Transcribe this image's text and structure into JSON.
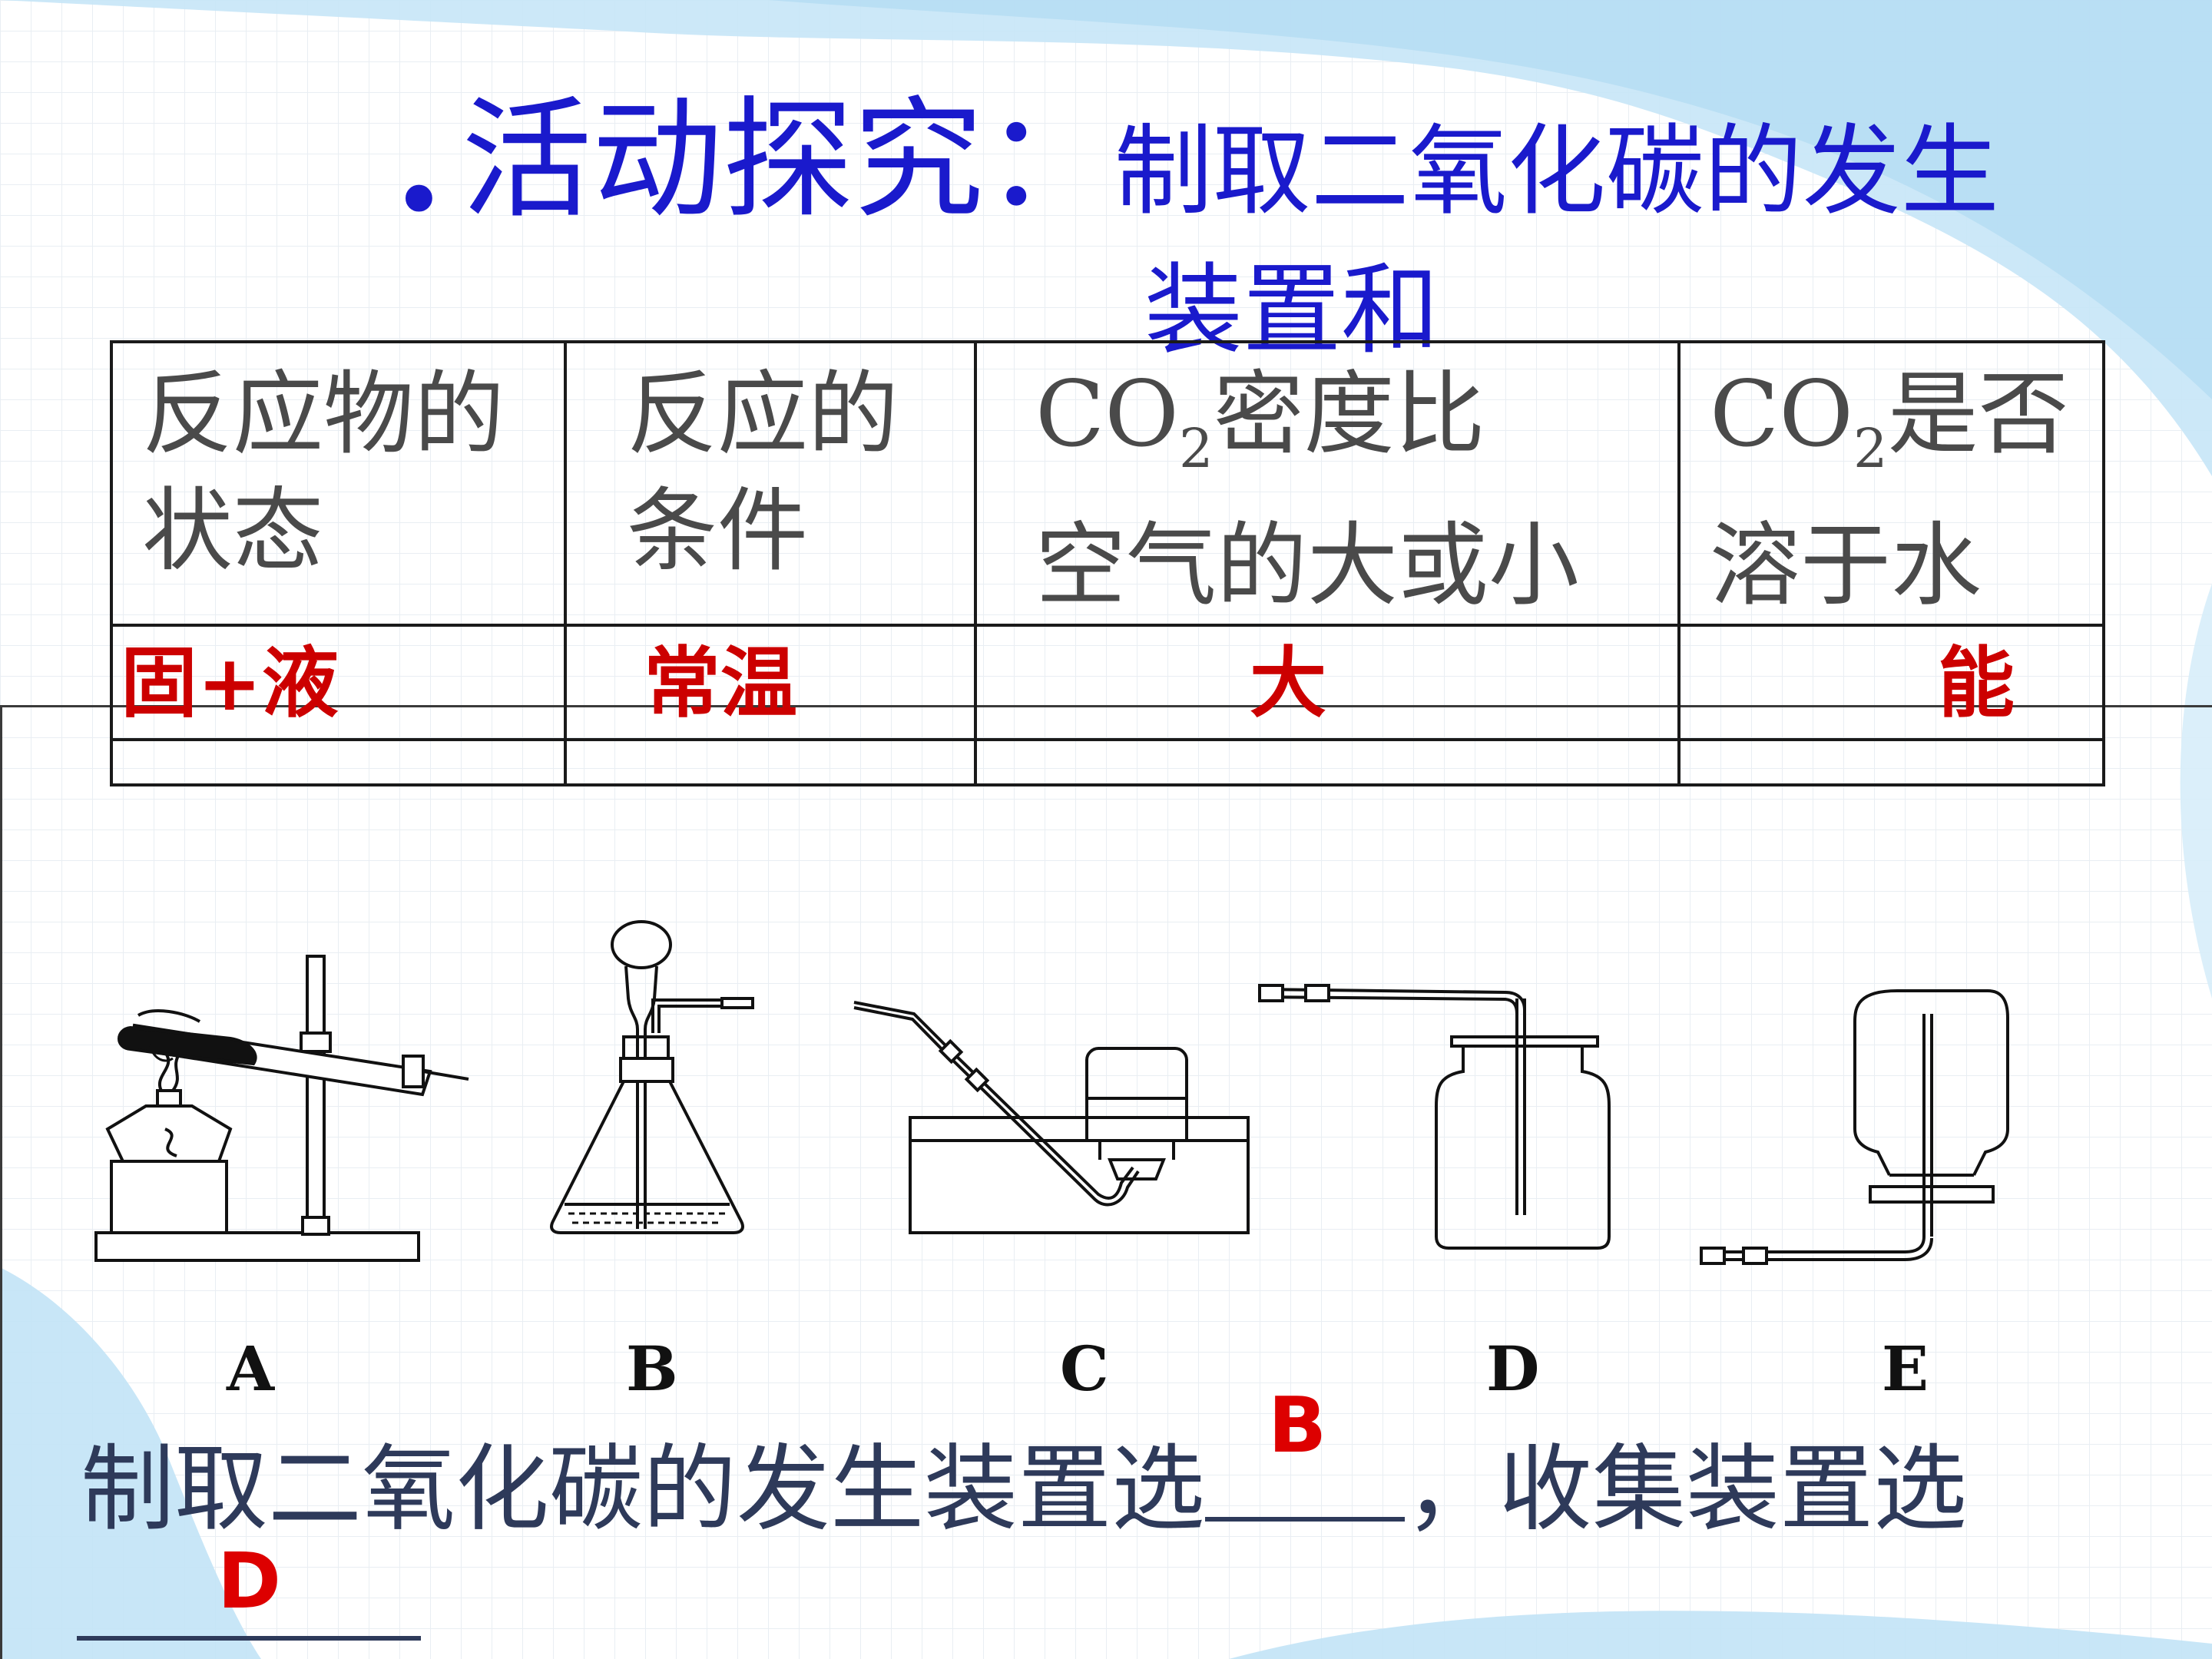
{
  "title": {
    "bullet": "•",
    "main": "活动探究：",
    "sub": "制取二氧化碳的发生",
    "line2": "装置和"
  },
  "table": {
    "headers": [
      {
        "lines": [
          "反应物的",
          "状态"
        ]
      },
      {
        "lines": [
          "反应的",
          "条件"
        ]
      },
      {
        "line1_pre": "CO",
        "line1_sub": "2",
        "line1_post": "密度比",
        "line2": "空气的大或小"
      },
      {
        "line1_pre": "CO",
        "line1_sub": "2",
        "line1_post": "是否",
        "line2": "溶于水"
      }
    ],
    "answers": [
      "固+液",
      "常温",
      "大",
      "能"
    ]
  },
  "apparatus_labels": [
    "A",
    "B",
    "C",
    "D",
    "E"
  ],
  "question": {
    "text1": "制取二氧化碳的发生装置选",
    "answer1": "B",
    "text2": "，收集装置选",
    "answer2": "D"
  },
  "colors": {
    "title_blue": "#1a1acc",
    "answer_red": "#cc0000",
    "header_gray": "#4a4a4a",
    "bg_light_blue": "#bfe3f5"
  }
}
